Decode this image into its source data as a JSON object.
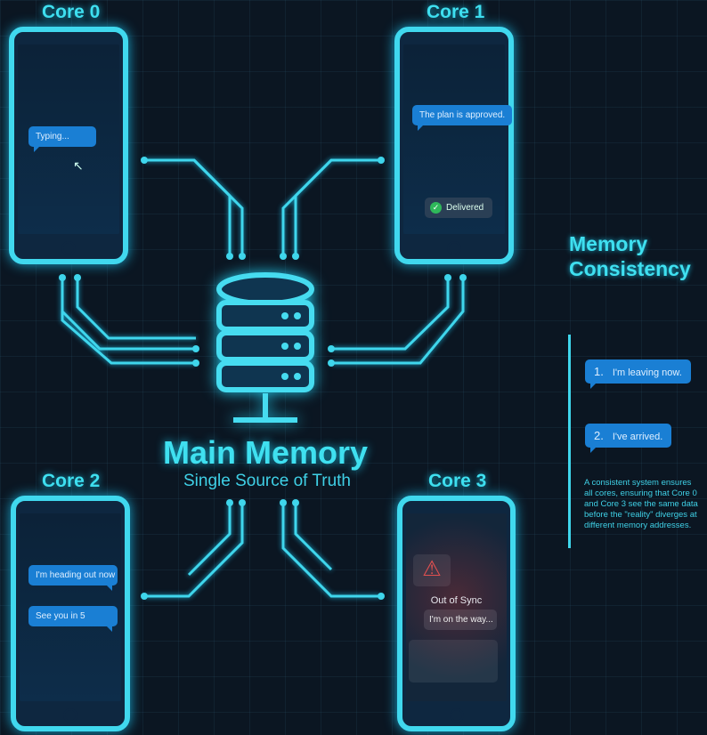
{
  "cores": [
    {
      "label": "Core 0",
      "messages": [
        "Typing..."
      ]
    },
    {
      "label": "Core 1",
      "messages": [
        "The plan is approved."
      ],
      "status": "Delivered"
    },
    {
      "label": "Core 2",
      "messages": [
        "I'm heading out now",
        "See you in 5"
      ]
    },
    {
      "label": "Core 3",
      "status": "Out of Sync",
      "messages": [
        "I'm on the way..."
      ]
    }
  ],
  "center": {
    "title": "Main Memory",
    "subtitle": "Single Source of Truth",
    "icon": "database-icon"
  },
  "side": {
    "title_line1": "Memory",
    "title_line2": "Consistency",
    "items": [
      {
        "num": "1.",
        "text": "I'm leaving now."
      },
      {
        "num": "2.",
        "text": "I've arrived."
      }
    ],
    "description": "A consistent system ensures all cores, ensuring that Core 0 and Core 3 see the same data before the \"reality\" diverges at different memory addresses."
  },
  "colors": {
    "accent": "#40d8ee",
    "bubble": "#1a7fd4",
    "error": "#e05050",
    "background": "#0b1622"
  }
}
